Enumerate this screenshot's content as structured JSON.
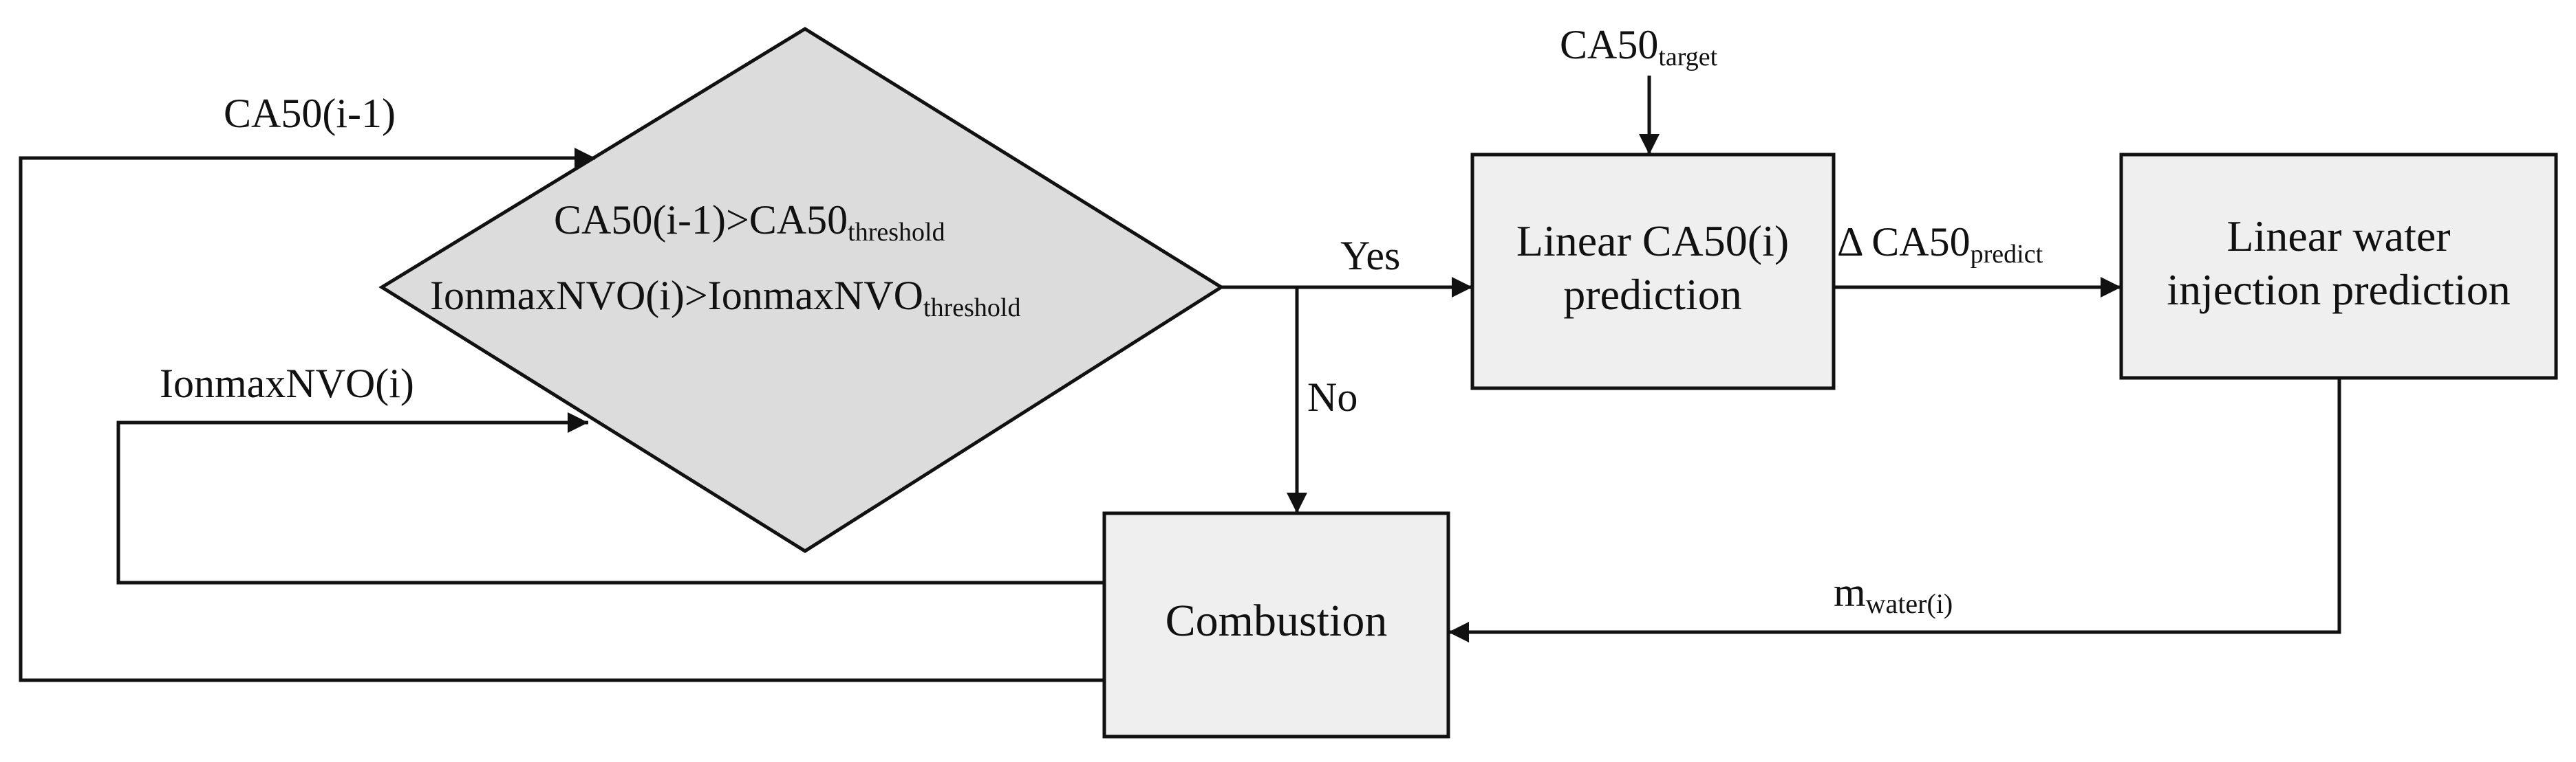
{
  "colors": {
    "stroke": "#111111",
    "box_fill": "#efefef",
    "background": "#ffffff"
  },
  "decision": {
    "line1_main": "CA50(i-1)>CA50",
    "line1_sub": "threshold",
    "line2_main": "IonmaxNVO(i)>IonmaxNVO",
    "line2_sub": "threshold"
  },
  "boxes": {
    "linear_ca50": {
      "line1": "Linear CA50(i)",
      "line2": "prediction"
    },
    "water_injection": {
      "line1": "Linear water",
      "line2": "injection prediction"
    },
    "combustion": {
      "label": "Combustion"
    }
  },
  "edge_labels": {
    "ca50_prev": "CA50(i-1)",
    "ionmax": "IonmaxNVO(i)",
    "yes": "Yes",
    "no": "No",
    "ca50_target_main": "CA50",
    "ca50_target_sub": "target",
    "delta_main": "Δ CA50",
    "delta_sub": "predict",
    "mwater_main": "m",
    "mwater_sub": "water(i)"
  }
}
